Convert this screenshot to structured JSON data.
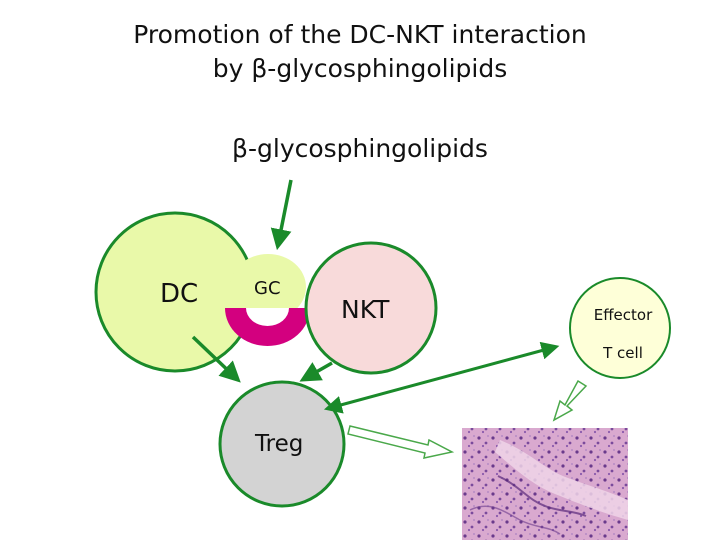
{
  "title": {
    "line1": "Promotion of the DC-NKT interaction",
    "line2": "by β-glycosphingolipids"
  },
  "subtitle": "β-glycosphingolipids",
  "nodes": {
    "dc": "DC",
    "gc": "GC",
    "nkt": "NKT",
    "effector_line1": "Effector",
    "effector_line2": "T cell",
    "treg": "Treg"
  },
  "colors": {
    "dc_fill": "#e9f9a9",
    "nkt_fill": "#f8dada",
    "effector_fill": "#feffd8",
    "treg_fill": "#d3d3d3",
    "cell_border": "#1a8a2a",
    "cd1d_magenta": "#d3007f",
    "arrow_green": "#1a8a2a",
    "hollow_arrow_green": "#4aa84a"
  },
  "image": {
    "semantic": "histology-tissue-image"
  }
}
